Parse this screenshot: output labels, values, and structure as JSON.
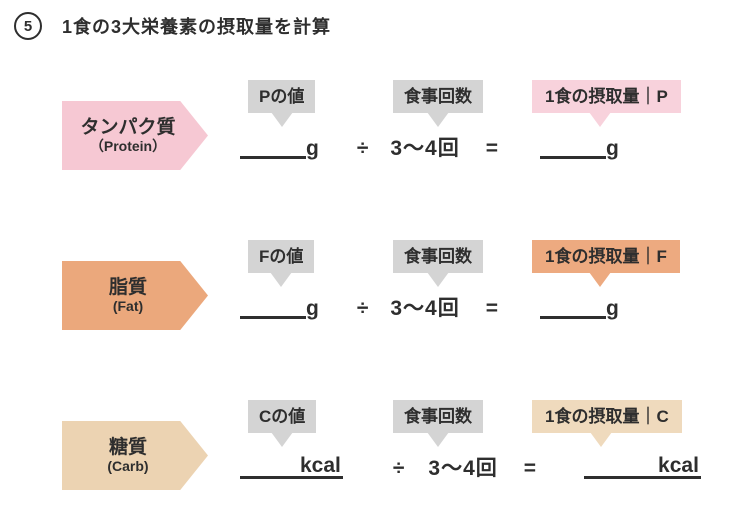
{
  "title": {
    "number": "5",
    "text": "1食の3大栄養素の摂取量を計算"
  },
  "formula": {
    "divide": "÷",
    "meals": "3〜4回",
    "equals": "="
  },
  "tags": {
    "meals": "食事回数"
  },
  "colors": {
    "gray_tag": "#d4d4d4",
    "text": "#2e2e2e"
  },
  "rows": [
    {
      "name_ja": "タンパク質",
      "name_en": "（Protein）",
      "value_tag": "Pの値",
      "result_tag": "1食の摂取量｜P",
      "unit": "g",
      "arrow_color": "#f6c8d3",
      "result_color": "#f8d2dc"
    },
    {
      "name_ja": "脂質",
      "name_en": "(Fat)",
      "value_tag": "Fの値",
      "result_tag": "1食の摂取量｜F",
      "unit": "g",
      "arrow_color": "#eba87c",
      "result_color": "#edaa80"
    },
    {
      "name_ja": "糖質",
      "name_en": "(Carb)",
      "value_tag": "Cの値",
      "result_tag": "1食の摂取量｜C",
      "unit": "kcal",
      "arrow_color": "#ecd3b2",
      "result_color": "#efdabd"
    }
  ]
}
